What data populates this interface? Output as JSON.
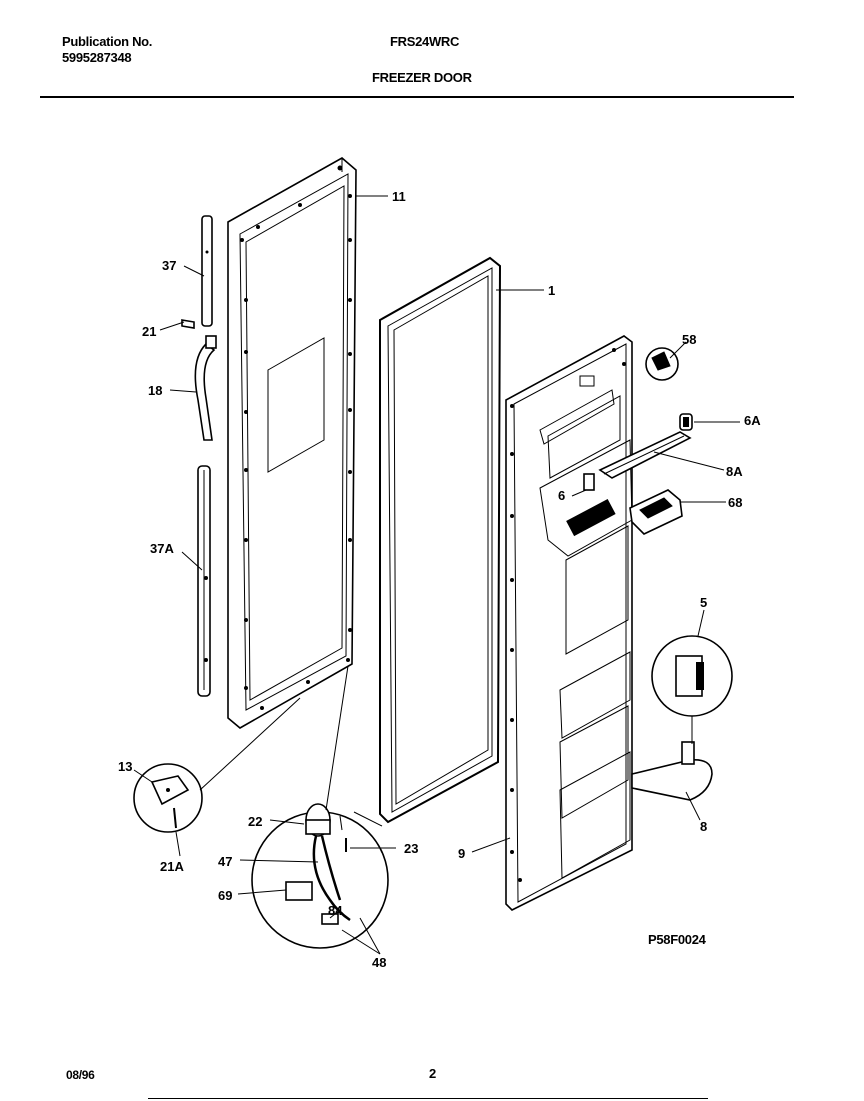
{
  "header": {
    "publication_label": "Publication No.",
    "publication_number": "5995287348",
    "model": "FRS24WRC",
    "section_title": "FREEZER DOOR"
  },
  "footer": {
    "date": "08/96",
    "page": "2"
  },
  "diagram": {
    "code": "P58F0024",
    "callouts": {
      "c11": "11",
      "c37": "37",
      "c1": "1",
      "c21": "21",
      "c58": "58",
      "c18": "18",
      "c6A": "6A",
      "c8A": "8A",
      "c6": "6",
      "c68": "68",
      "c37A": "37A",
      "c5": "5",
      "c13": "13",
      "c22": "22",
      "c23": "23",
      "c9": "9",
      "c8": "8",
      "c47": "47",
      "c21A": "21A",
      "c69": "69",
      "c84": "84",
      "c48": "48"
    }
  }
}
